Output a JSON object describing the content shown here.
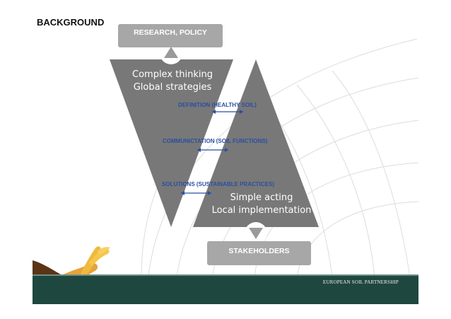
{
  "slide": {
    "title": "BACKGROUND",
    "top_box": "RESEARCH, POLICY",
    "bottom_box": "STAKEHOLDERS",
    "left_triangle": {
      "line1": "Complex thinking",
      "line2": "Global strategies"
    },
    "right_triangle": {
      "line1": "Simple acting",
      "line2": "Local implementation"
    },
    "connectors": [
      "DEFINITION (HEALTHY SOIL)",
      "COMMUNICTATION (SOIL FUNCTIONS)",
      "SOLUTIONS (SUSTAINABLE PRACTICES)"
    ],
    "footer": "EUROPEAN SOIL PARTNERSHIP"
  },
  "colors": {
    "triangle": "#787878",
    "box": "#a7a7a7",
    "connector": "#2a4fa0",
    "footer_band": "#1e4740"
  },
  "icons": [
    "up-arrow-icon",
    "down-arrow-icon",
    "double-arrow-icon",
    "handshake-wheat-logo"
  ]
}
